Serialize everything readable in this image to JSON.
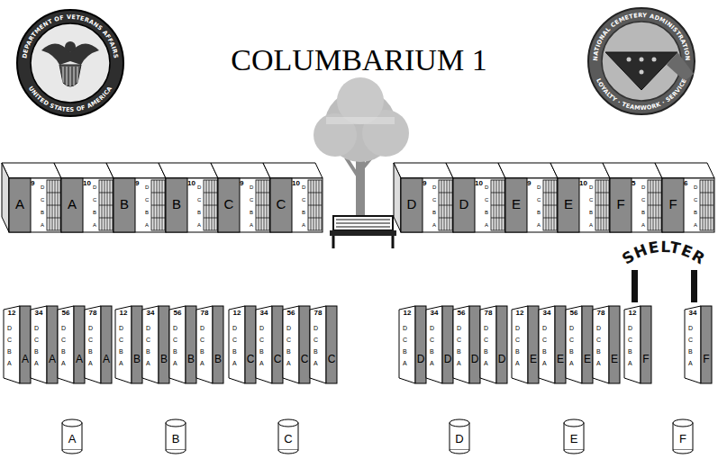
{
  "diagram": {
    "title": "COLUMBARIUM 1",
    "nodes": [
      {
        "text": [
          "A",
          "9",
          "D C B A"
        ]
      },
      {
        "text": [
          "A",
          "10",
          "D C B A"
        ]
      },
      {
        "text": [
          "B",
          "9",
          "D C B A"
        ]
      },
      {
        "text": [
          "B",
          "10",
          "D C B A"
        ]
      },
      {
        "text": [
          "C",
          "9",
          "D C B A"
        ]
      },
      {
        "text": [
          "C",
          "10",
          "D C B A"
        ]
      },
      {
        "text": [
          "D",
          "9",
          "D C B A"
        ]
      },
      {
        "text": [
          "D",
          "10",
          "D C B A"
        ]
      },
      {
        "text": [
          "E",
          "9",
          "D C B A"
        ]
      },
      {
        "text": [
          "E",
          "10",
          "D C B A"
        ]
      },
      {
        "text": [
          "F",
          "5",
          "D C B A"
        ]
      },
      {
        "text": [
          "F",
          "6",
          "D C B A"
        ]
      },
      {
        "text": [
          "A",
          "12",
          "D C B A"
        ]
      },
      {
        "text": [
          "A",
          "34",
          "D C B A"
        ]
      },
      {
        "text": [
          "A",
          "56",
          "D C B A"
        ]
      },
      {
        "text": [
          "A",
          "78",
          "D C B A"
        ]
      },
      {
        "text": [
          "B",
          "12",
          "D C B A"
        ]
      },
      {
        "text": [
          "B",
          "34",
          "D C B A"
        ]
      },
      {
        "text": [
          "B",
          "56",
          "D C B A"
        ]
      },
      {
        "text": [
          "B",
          "78",
          "D C B A"
        ]
      },
      {
        "text": [
          "C",
          "12",
          "D C B A"
        ]
      },
      {
        "text": [
          "C",
          "34",
          "D C B A"
        ]
      },
      {
        "text": [
          "C",
          "56",
          "D C B A"
        ]
      },
      {
        "text": [
          "C",
          "78",
          "D C B A"
        ]
      },
      {
        "text": [
          "D",
          "12",
          "D C B A"
        ]
      },
      {
        "text": [
          "D",
          "34",
          "D C B A"
        ]
      },
      {
        "text": [
          "D",
          "56",
          "D C B A"
        ]
      },
      {
        "text": [
          "D",
          "78",
          "D C B A"
        ]
      },
      {
        "text": [
          "E",
          "12",
          "D C B A"
        ]
      },
      {
        "text": [
          "E",
          "34",
          "D C B A"
        ]
      },
      {
        "text": [
          "E",
          "56",
          "D C B A"
        ]
      },
      {
        "text": [
          "E",
          "78",
          "D C B A"
        ]
      },
      {
        "text": [
          "F",
          "12",
          "D C B A"
        ]
      },
      {
        "text": [
          "F",
          "34",
          "D C B A"
        ]
      },
      {
        "text": [
          "A"
        ]
      },
      {
        "text": [
          "B"
        ]
      },
      {
        "text": [
          "C"
        ]
      },
      {
        "text": [
          "D"
        ]
      },
      {
        "text": [
          "E"
        ]
      },
      {
        "text": [
          "F"
        ]
      }
    ],
    "labels": [
      "DEPARTMENT OF VETERANS AFFAIRS",
      "UNITED STATES OF AMERICA",
      "NATIONAL CEMETERY ADMINISTRATION",
      "LOYALTY · TEAMWORK · SERVICE",
      "SHELTER"
    ]
  }
}
